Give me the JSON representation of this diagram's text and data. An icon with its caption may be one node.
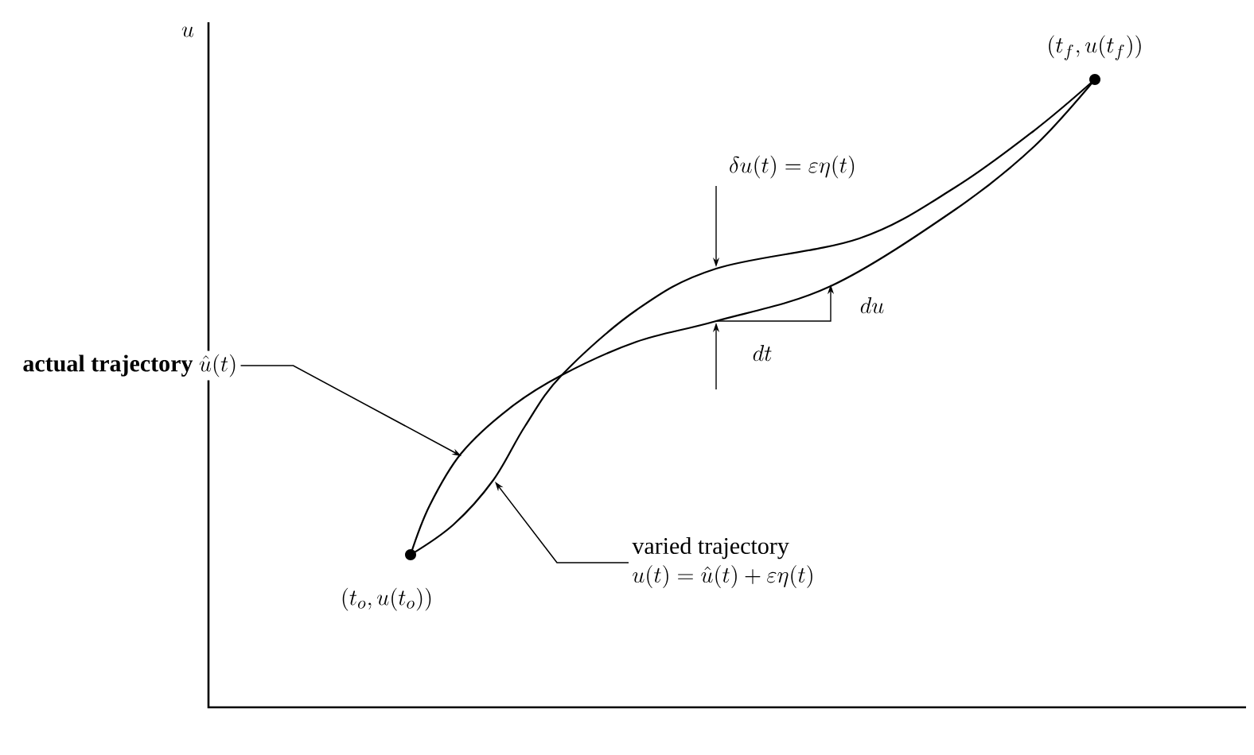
{
  "diagram": {
    "nodes": [
      {
        "text": [
          "\\textbf{actual trajectory}\\ \\hat{u}(t)"
        ]
      },
      {
        "text": [
          "varied trajectory",
          "u(t)=\\hat{u}(t)+\\varepsilon\\eta(t)"
        ]
      }
    ],
    "edges": [
      {
        "from": 0,
        "to": null,
        "arrow": "to"
      },
      {
        "from": 1,
        "to": null,
        "arrow": "to"
      }
    ],
    "labels": [
      "u",
      "(t_f,u(t_f))",
      "\\delta u(t)=\\varepsilon\\eta(t)",
      "du",
      "dt",
      "(t_o,u(t_o))"
    ]
  }
}
